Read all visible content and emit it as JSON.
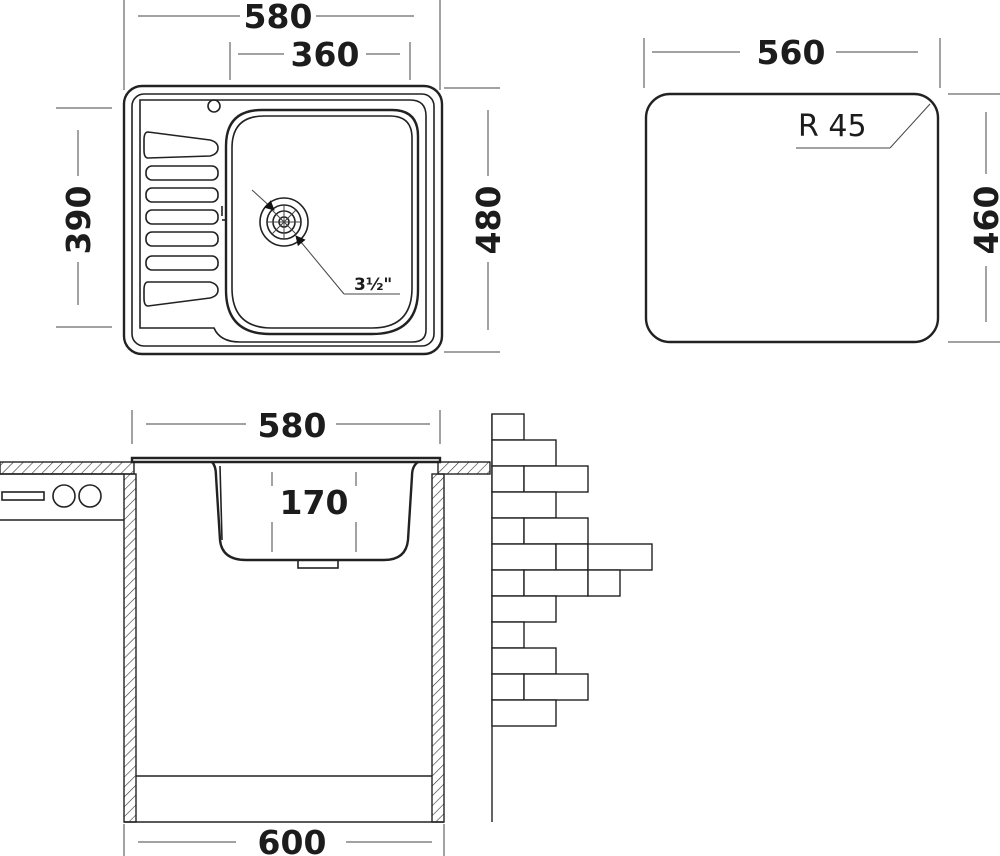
{
  "top_view": {
    "overall_width": "580",
    "bowl_width": "360",
    "bowl_depth": "390",
    "overall_depth": "480",
    "drain_size": "3½\""
  },
  "cutout_view": {
    "width": "560",
    "depth": "460",
    "corner_radius": "R 45"
  },
  "section_view": {
    "sink_width": "580",
    "bowl_height": "170",
    "cabinet_width": "600"
  }
}
